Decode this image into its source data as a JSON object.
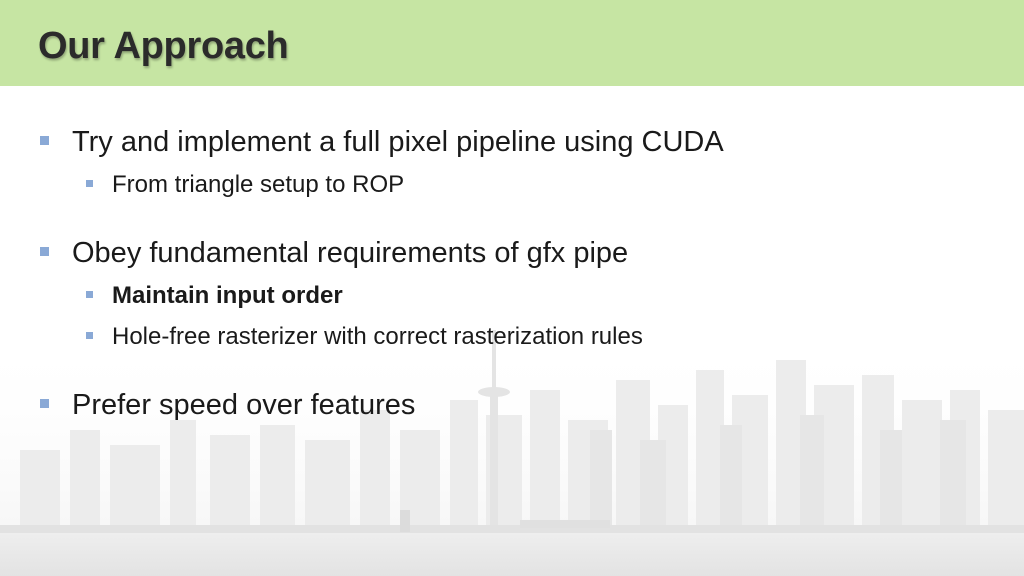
{
  "slide": {
    "title": "Our Approach",
    "bullets": [
      {
        "text": "Try and implement a full pixel pipeline using CUDA",
        "sub": [
          {
            "text": "From triangle setup to ROP"
          }
        ]
      },
      {
        "text": "Obey fundamental requirements of gfx pipe",
        "sub": [
          {
            "text": "Maintain input order"
          },
          {
            "text": "Hole-free rasterizer with correct rasterization rules"
          }
        ]
      },
      {
        "text": "Prefer speed over features",
        "sub": []
      }
    ]
  },
  "colors": {
    "header_band": "#c6e5a3",
    "bullet_marker": "#8aa9d6",
    "title_text": "#2b2b2b",
    "body_text": "#1a1a1a",
    "skyline_watermark": "#e6e6e6"
  }
}
